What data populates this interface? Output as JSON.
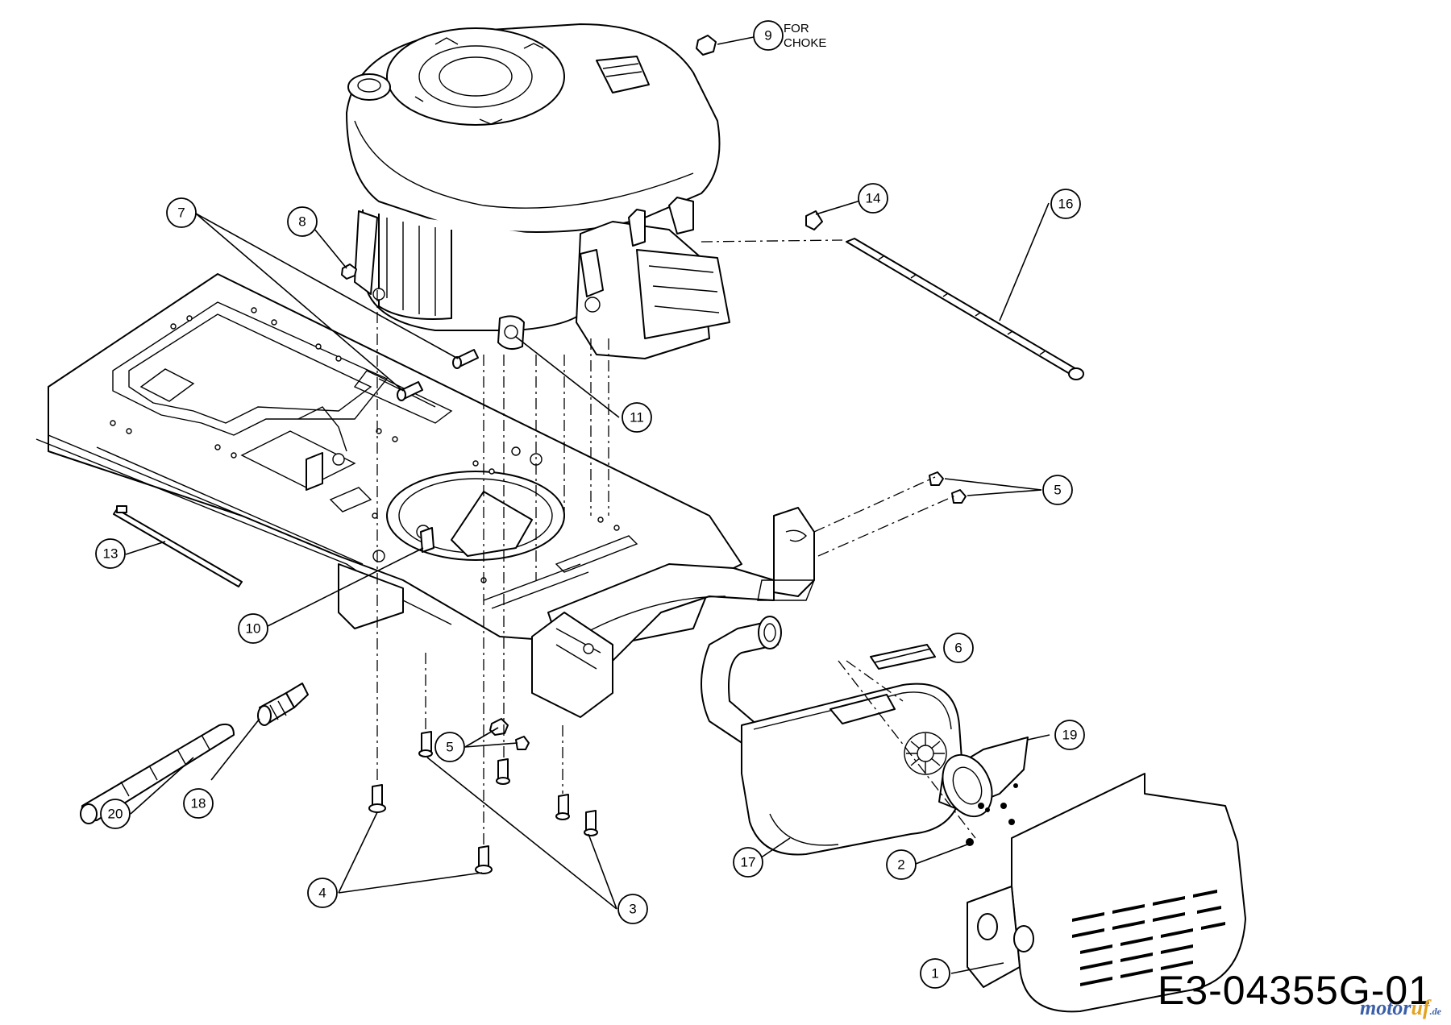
{
  "diagram": {
    "drawing_number": "E3-04355G-01",
    "watermark": {
      "part1": "motor",
      "part2": "uf",
      "suffix": ".de"
    },
    "choke_note": [
      "FOR",
      "CHOKE"
    ],
    "callouts": [
      {
        "id": "c1",
        "label": "1"
      },
      {
        "id": "c2",
        "label": "2"
      },
      {
        "id": "c3",
        "label": "3"
      },
      {
        "id": "c4",
        "label": "4"
      },
      {
        "id": "c5a",
        "label": "5"
      },
      {
        "id": "c5b",
        "label": "5"
      },
      {
        "id": "c6",
        "label": "6"
      },
      {
        "id": "c7",
        "label": "7"
      },
      {
        "id": "c8",
        "label": "8"
      },
      {
        "id": "c9",
        "label": "9"
      },
      {
        "id": "c10",
        "label": "10"
      },
      {
        "id": "c11",
        "label": "11"
      },
      {
        "id": "c13",
        "label": "13"
      },
      {
        "id": "c14",
        "label": "14"
      },
      {
        "id": "c16",
        "label": "16"
      },
      {
        "id": "c17",
        "label": "17"
      },
      {
        "id": "c18",
        "label": "18"
      },
      {
        "id": "c19",
        "label": "19"
      },
      {
        "id": "c20",
        "label": "20"
      }
    ]
  }
}
